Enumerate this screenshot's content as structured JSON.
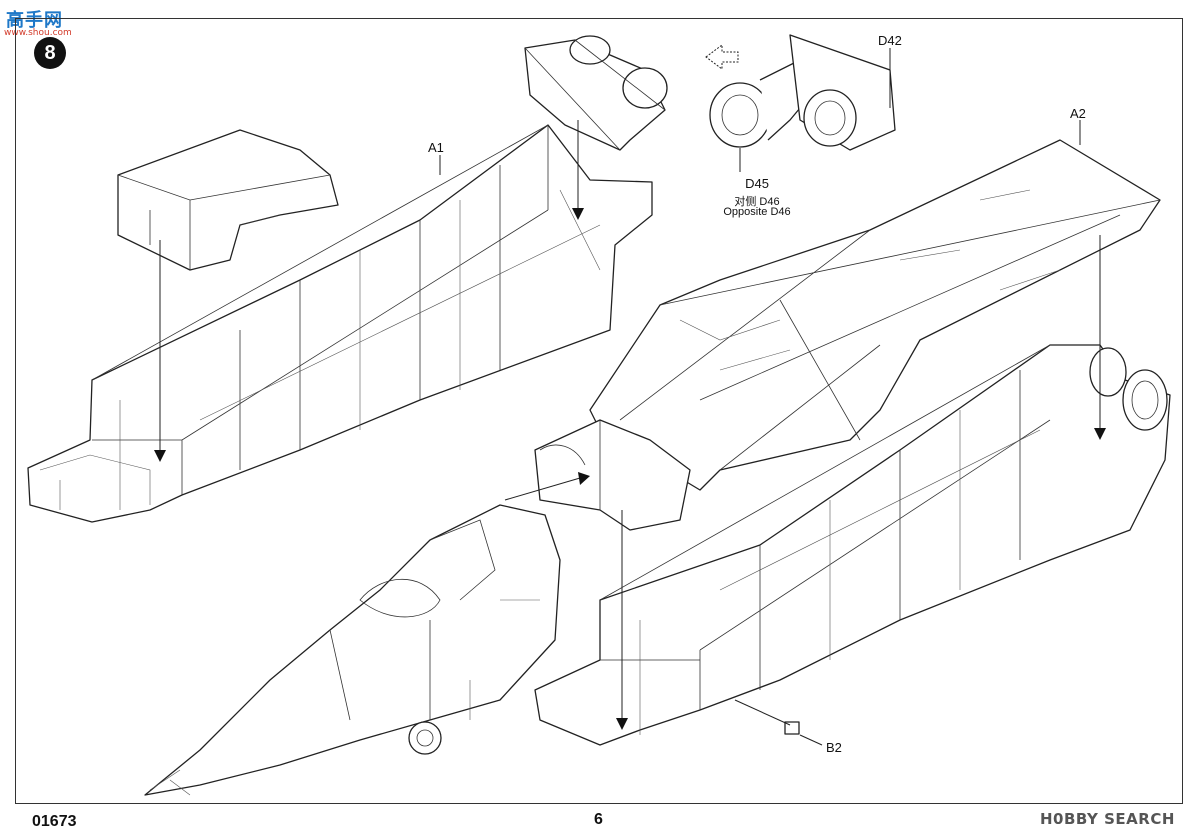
{
  "watermark_top": {
    "brand": "高手网",
    "site": "www.shou.com"
  },
  "watermark_bottom": "H0BBY SEARCH",
  "step_number": "8",
  "labels": {
    "a1": "A1",
    "a2": "A2",
    "d42": "D42",
    "d45": "D45",
    "d46_cn": "对侧 D46",
    "d46_en": "Opposite D46",
    "b2": "B2"
  },
  "footer": {
    "kit_number": "01673",
    "page_number": "6"
  },
  "icons": [
    "step-badge-icon",
    "direction-arrow-icon",
    "assembly-arrow-icon"
  ]
}
